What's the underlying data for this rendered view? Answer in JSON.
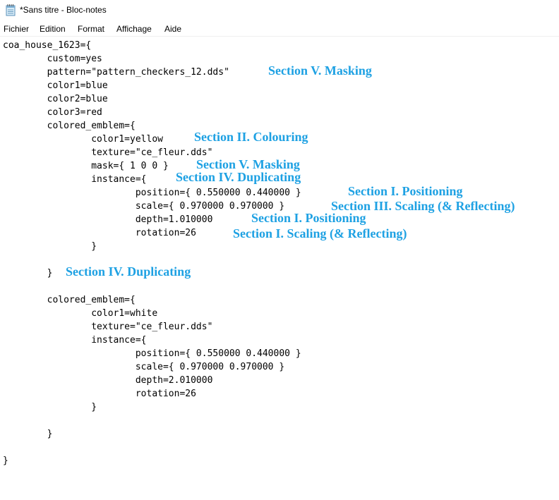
{
  "window": {
    "title": "*Sans titre - Bloc-notes",
    "icon": "notepad-icon"
  },
  "menu": [
    "Fichier",
    "Edition",
    "Format",
    "Affichage",
    "Aide"
  ],
  "editor": {
    "lines": [
      "coa_house_1623={",
      "\tcustom=yes",
      "\tpattern=\"pattern_checkers_12.dds\"",
      "\tcolor1=blue",
      "\tcolor2=blue",
      "\tcolor3=red",
      "\tcolored_emblem={",
      "\t\tcolor1=yellow",
      "\t\ttexture=\"ce_fleur.dds\"",
      "\t\tmask={ 1 0 0 }",
      "\t\tinstance={",
      "\t\t\tposition={ 0.550000 0.440000 }",
      "\t\t\tscale={ 0.970000 0.970000 }",
      "\t\t\tdepth=1.010000",
      "\t\t\trotation=26",
      "\t\t}",
      "",
      "\t}",
      "",
      "\tcolored_emblem={",
      "\t\tcolor1=white",
      "\t\ttexture=\"ce_fleur.dds\"",
      "\t\tinstance={",
      "\t\t\tposition={ 0.550000 0.440000 }",
      "\t\t\tscale={ 0.970000 0.970000 }",
      "\t\t\tdepth=2.010000",
      "\t\t\trotation=26",
      "\t\t}",
      "",
      "\t}",
      "",
      "}"
    ]
  },
  "annotations": [
    "Section V. Masking",
    "Section II. Colouring",
    "Section V. Masking",
    "Section IV. Duplicating",
    "Section I. Positioning",
    "Section III. Scaling (& Reflecting)",
    "Section I. Positioning",
    "Section I. Scaling (& Reflecting)",
    "Section IV. Duplicating"
  ],
  "colors": {
    "annotation": "#1ea1e3",
    "text": "#000000",
    "background": "#ffffff"
  }
}
